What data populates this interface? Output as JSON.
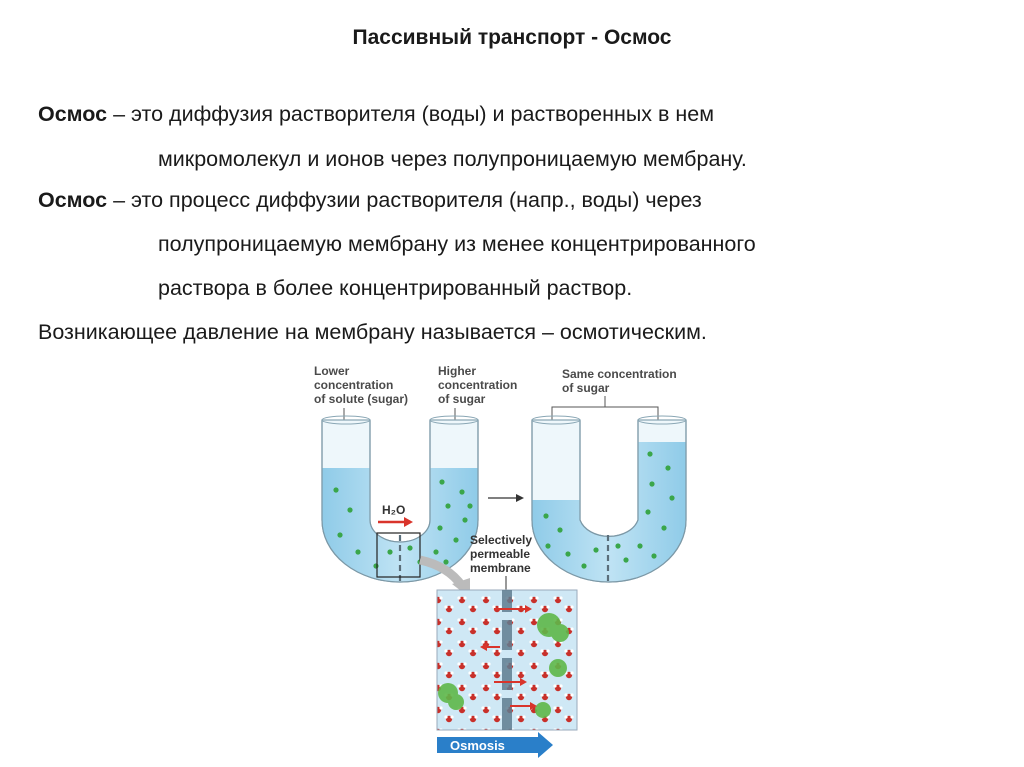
{
  "title": "Пассивный транспорт - Осмос",
  "definitions": [
    {
      "term": "Осмос",
      "first_line": " – это диффузия растворителя (воды) и растворенных в нем",
      "continuation": [
        "микромолекул и ионов через полупроницаемую мембрану."
      ]
    },
    {
      "term": "Осмос",
      "first_line": " – это процесс диффузии растворителя (напр., воды) через",
      "continuation": [
        "полупроницаемую мембрану из менее концентрированного",
        "раствора в более концентрированный раствор."
      ]
    }
  ],
  "pressure_note": "Возникающее давление на мембрану называется – осмотическим.",
  "figure": {
    "label_lower": [
      "Lower",
      "concentration",
      "of solute (sugar)"
    ],
    "label_higher": [
      "Higher",
      "concentration",
      "of sugar"
    ],
    "label_same": [
      "Same concentration",
      "of sugar"
    ],
    "label_membrane": [
      "Selectively",
      "permeable",
      "membrane"
    ],
    "label_h2o": "H₂O",
    "label_osmosis": "Osmosis",
    "colors": {
      "water": "#a8d8ef",
      "water_dark": "#7cc4e6",
      "glass": "#e8f4fa",
      "solute": "#3aa64a",
      "arrow_red": "#d9342b",
      "osmosis_arrow": "#2a7fc9"
    }
  }
}
